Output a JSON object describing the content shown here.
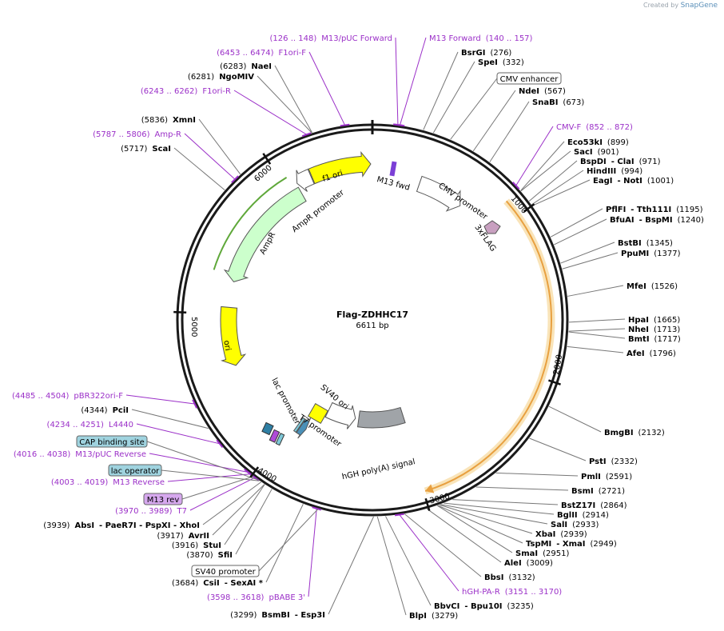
{
  "credit": {
    "created_by": "Created by",
    "brand": "SnapGene"
  },
  "plasmid": {
    "name": "Flag-ZDHHC17",
    "size_label": "6611 bp",
    "length": 6611
  },
  "ticks": [
    "1000",
    "2000",
    "3000",
    "4000",
    "5000",
    "6000"
  ],
  "features": [
    {
      "name": "f1 ori",
      "start": 6190,
      "end": 6600,
      "color": "#ffff00",
      "dir": 1,
      "ring": 195
    },
    {
      "name": "AmpR promoter",
      "start": 6080,
      "end": 6185,
      "color": "#ffffff",
      "dir": -1,
      "ring": 195
    },
    {
      "name": "AmpR",
      "start": 5240,
      "end": 6075,
      "color": "#ccffcc",
      "dir": -1,
      "ring": 180
    },
    {
      "name": "ori",
      "start": 4620,
      "end": 5050,
      "color": "#ffff00",
      "dir": -1,
      "ring": 180
    },
    {
      "name": "CMV promoter",
      "start": 350,
      "end": 690,
      "color": "#ffffff",
      "dir": 1,
      "ring": 180
    },
    {
      "name": "hGH poly(A) signal",
      "start": 2980,
      "end": 3450,
      "color": "#a0a4a8",
      "dir": 0,
      "ring": 125
    },
    {
      "name": "T7 promoter",
      "start": 3485,
      "end": 3780,
      "color": "#ffffff",
      "dir": -1,
      "ring": 125
    },
    {
      "name": "lac promoter",
      "start": 3880,
      "end": 3930,
      "color": "#4a90b8",
      "dir": -1,
      "ring": 160
    },
    {
      "name": "lac operator",
      "start": 3935,
      "end": 3955,
      "color": "#7ec8d8",
      "dir": 0,
      "ring": 160
    }
  ],
  "small_features": [
    {
      "name": "M13 fwd",
      "color": "#7b3fd6"
    },
    {
      "name": "3xFLAG",
      "color": "#c8a0c0"
    },
    {
      "name": "SV40 ori",
      "color": "#ffff00"
    }
  ],
  "orf": {
    "start": 890,
    "end": 2990,
    "color": "#e8a040"
  },
  "labels_left": [
    {
      "pos": "(126 .. 148)",
      "name": "M13/pUC Forward",
      "kind": "primer"
    },
    {
      "pos": "(6453 .. 6474)",
      "name": "F1ori-F",
      "kind": "primer"
    },
    {
      "pos": "(6283)",
      "name": "NaeI",
      "kind": "enzyme"
    },
    {
      "pos": "(6281)",
      "name": "NgoMIV",
      "kind": "enzyme"
    },
    {
      "pos": "(6243 .. 6262)",
      "name": "F1ori-R",
      "kind": "primer"
    },
    {
      "pos": "(5836)",
      "name": "XmnI",
      "kind": "enzyme"
    },
    {
      "pos": "(5787 .. 5806)",
      "name": "Amp-R",
      "kind": "primer"
    },
    {
      "pos": "(5717)",
      "name": "ScaI",
      "kind": "enzyme"
    },
    {
      "pos": "(4485 .. 4504)",
      "name": "pBR322ori-F",
      "kind": "primer"
    },
    {
      "pos": "(4344)",
      "name": "PciI",
      "kind": "enzyme"
    },
    {
      "pos": "(4234 .. 4251)",
      "name": "L4440",
      "kind": "primer"
    },
    {
      "pos": "(4016 .. 4038)",
      "name": "M13/pUC Reverse",
      "kind": "primer"
    },
    {
      "pos": "(4003 .. 4019)",
      "name": "M13 Reverse",
      "kind": "primer"
    },
    {
      "pos": "(3970 .. 3989)",
      "name": "T7",
      "kind": "primer"
    },
    {
      "pos": "(3939)",
      "name": "AbsI",
      "extra": "- PaeR7I   - PspXI   - XhoI",
      "kind": "enzyme"
    },
    {
      "pos": "(3917)",
      "name": "AvrII",
      "kind": "enzyme"
    },
    {
      "pos": "(3916)",
      "name": "StuI",
      "kind": "enzyme"
    },
    {
      "pos": "(3870)",
      "name": "SfiI",
      "kind": "enzyme"
    },
    {
      "pos": "(3684)",
      "name": "CsiI",
      "extra": "- SexAI *",
      "kind": "enzyme"
    },
    {
      "pos": "(3598 .. 3618)",
      "name": "pBABE 3'",
      "kind": "primer"
    },
    {
      "pos": "(3299)",
      "name": "BsmBI",
      "extra": "- Esp3I",
      "kind": "enzyme"
    }
  ],
  "labels_right": [
    {
      "pos": "(140 .. 157)",
      "name": "M13 Forward",
      "kind": "primer"
    },
    {
      "pos": "(276)",
      "name": "BsrGI",
      "kind": "enzyme"
    },
    {
      "pos": "(332)",
      "name": "SpeI",
      "kind": "enzyme"
    },
    {
      "pos": "(567)",
      "name": "NdeI",
      "kind": "enzyme"
    },
    {
      "pos": "(673)",
      "name": "SnaBI",
      "kind": "enzyme"
    },
    {
      "pos": "(852 .. 872)",
      "name": "CMV-F",
      "kind": "primer"
    },
    {
      "pos": "(899)",
      "name": "Eco53kI",
      "kind": "enzyme"
    },
    {
      "pos": "(901)",
      "name": "SacI",
      "kind": "enzyme"
    },
    {
      "pos": "(971)",
      "name": "BspDI",
      "extra": "- ClaI",
      "kind": "enzyme"
    },
    {
      "pos": "(994)",
      "name": "HindIII",
      "kind": "enzyme"
    },
    {
      "pos": "(1001)",
      "name": "EagI",
      "extra": "- NotI",
      "kind": "enzyme"
    },
    {
      "pos": "(1195)",
      "name": "PflFI",
      "extra": "- Tth111I",
      "kind": "enzyme"
    },
    {
      "pos": "(1240)",
      "name": "BfuAI",
      "extra": "- BspMI",
      "kind": "enzyme"
    },
    {
      "pos": "(1345)",
      "name": "BstBI",
      "kind": "enzyme"
    },
    {
      "pos": "(1377)",
      "name": "PpuMI",
      "kind": "enzyme"
    },
    {
      "pos": "(1526)",
      "name": "MfeI",
      "kind": "enzyme"
    },
    {
      "pos": "(1665)",
      "name": "HpaI",
      "kind": "enzyme"
    },
    {
      "pos": "(1713)",
      "name": "NheI",
      "kind": "enzyme"
    },
    {
      "pos": "(1717)",
      "name": "BmtI",
      "kind": "enzyme"
    },
    {
      "pos": "(1796)",
      "name": "AfeI",
      "kind": "enzyme"
    },
    {
      "pos": "(2132)",
      "name": "BmgBI",
      "kind": "enzyme"
    },
    {
      "pos": "(2332)",
      "name": "PstI",
      "kind": "enzyme"
    },
    {
      "pos": "(2591)",
      "name": "PmlI",
      "kind": "enzyme"
    },
    {
      "pos": "(2721)",
      "name": "BsmI",
      "kind": "enzyme"
    },
    {
      "pos": "(2864)",
      "name": "BstZ17I",
      "kind": "enzyme"
    },
    {
      "pos": "(2914)",
      "name": "BglII",
      "kind": "enzyme"
    },
    {
      "pos": "(2933)",
      "name": "SalI",
      "kind": "enzyme"
    },
    {
      "pos": "(2939)",
      "name": "XbaI",
      "kind": "enzyme"
    },
    {
      "pos": "(2949)",
      "name": "TspMI",
      "extra": "- XmaI",
      "kind": "enzyme"
    },
    {
      "pos": "(2951)",
      "name": "SmaI",
      "kind": "enzyme"
    },
    {
      "pos": "(3009)",
      "name": "AleI",
      "kind": "enzyme"
    },
    {
      "pos": "(3132)",
      "name": "BbsI",
      "kind": "enzyme"
    },
    {
      "pos": "(3151 .. 3170)",
      "name": "hGH-PA-R",
      "kind": "primer"
    },
    {
      "pos": "(3235)",
      "name": "BbvCI",
      "extra": "- Bpu10I",
      "kind": "enzyme"
    },
    {
      "pos": "(3279)",
      "name": "BlpI",
      "kind": "enzyme"
    }
  ],
  "boxed_labels": [
    {
      "name": "CMV enhancer",
      "fill": "#ffffff"
    },
    {
      "name": "CAP binding site",
      "fill": "#9fd3df"
    },
    {
      "name": "lac operator",
      "fill": "#9fd3df"
    },
    {
      "name": "M13 rev",
      "fill": "#d6a8ee"
    },
    {
      "name": "SV40 promoter",
      "fill": "#ffffff"
    }
  ]
}
